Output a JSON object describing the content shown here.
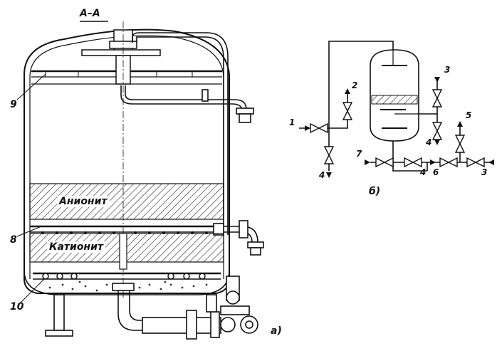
{
  "section_label": "А–А",
  "layer_top": "Анионит",
  "layer_bottom": "Катионит",
  "callouts": {
    "c9": "9",
    "c8": "8",
    "c10": "10"
  },
  "subfigure_a": "а)",
  "subfigure_b": "б)",
  "schematic_numbers": {
    "n1": "1",
    "n2": "2",
    "n3": "3",
    "n4_left": "4",
    "n4_right": "4",
    "n5": "5",
    "n6": "6",
    "n7": "7",
    "n4_bottom": "4",
    "n3_bottom": "3"
  }
}
